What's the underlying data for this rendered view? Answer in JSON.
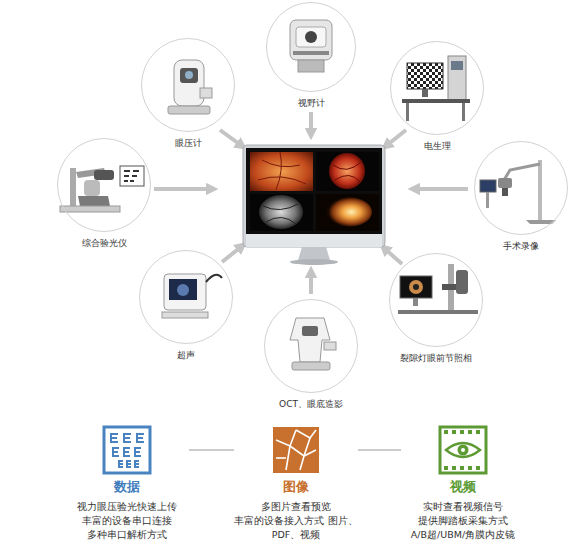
{
  "diagram": {
    "nodes": [
      {
        "text": [
          "视野计"
        ]
      },
      {
        "text": [
          "眼压计"
        ]
      },
      {
        "text": [
          "电生理"
        ]
      },
      {
        "text": [
          "综合验光仪"
        ]
      },
      {
        "text": [
          "手术录像"
        ]
      },
      {
        "text": [
          "超声"
        ]
      },
      {
        "text": [
          "裂隙灯眼前节照相"
        ]
      },
      {
        "text": [
          "OCT、眼底造影"
        ]
      },
      {
        "text": [
          "数据",
          "视力眼压验光快速上传 丰富的设备串口连接 多种串口解析方式"
        ]
      },
      {
        "text": [
          "图像",
          "多图片查看预览 丰富的设备接入方式 图片、PDF、视频"
        ]
      },
      {
        "text": [
          "视频",
          "实时查看视频信号 提供脚踏板采集方式 A/B超/UBM/角膜内皮镜"
        ]
      }
    ],
    "edges": [
      {
        "from": 8,
        "to": 9,
        "arrow": "none"
      },
      {
        "from": 9,
        "to": 10,
        "arrow": "none"
      }
    ]
  }
}
